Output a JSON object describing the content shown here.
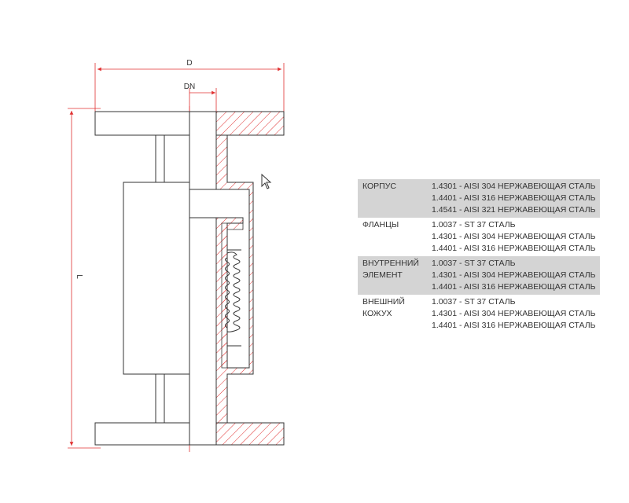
{
  "drawing": {
    "labels": {
      "outer_diameter": "D",
      "nominal_diameter": "DN",
      "length": "L"
    },
    "colors": {
      "outline": "#333333",
      "accent": "#e03030",
      "table_shade": "#d4d4d4"
    }
  },
  "spec_table": {
    "rows": [
      {
        "label": "КОРПУС",
        "shaded": true,
        "values": [
          "1.4301 - AISI 304 НЕРЖАВЕЮЩАЯ СТАЛЬ",
          "1.4401 - AISI 316 НЕРЖАВЕЮЩАЯ СТАЛЬ",
          "1.4541 - AISI 321 НЕРЖАВЕЮЩАЯ СТАЛЬ"
        ]
      },
      {
        "label": "ФЛАНЦЫ",
        "shaded": false,
        "values": [
          "1.0037 - ST 37 СТАЛЬ",
          "1.4301 - AISI 304 НЕРЖАВЕЮЩАЯ СТАЛЬ",
          "1.4401 - AISI 316 НЕРЖАВЕЮЩАЯ СТАЛЬ"
        ]
      },
      {
        "label": "ВНУТРЕННИЙ ЭЛЕМЕНТ",
        "shaded": true,
        "values": [
          "1.0037 - ST 37 СТАЛЬ",
          "1.4301 - AISI 304 НЕРЖАВЕЮЩАЯ СТАЛЬ",
          "1.4401 - AISI 316 НЕРЖАВЕЮЩАЯ СТАЛЬ"
        ]
      },
      {
        "label": "ВНЕШНИЙ КОЖУХ",
        "shaded": false,
        "values": [
          "1.0037 - ST 37 СТАЛЬ",
          "1.4301 - AISI 304 НЕРЖАВЕЮЩАЯ СТАЛЬ",
          "1.4401 - AISI 316 НЕРЖАВЕЮЩАЯ СТАЛЬ"
        ]
      }
    ]
  },
  "cursor_icon": "arrow-pointer-icon"
}
